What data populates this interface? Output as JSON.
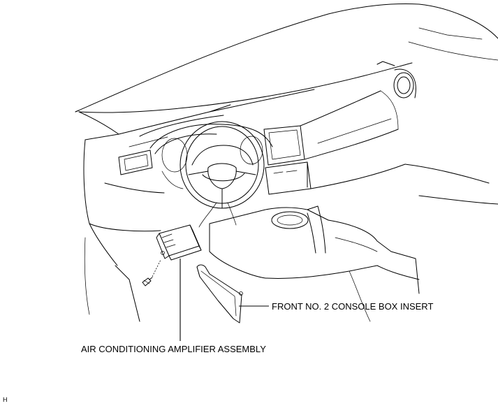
{
  "labels": {
    "console_insert": "FRONT NO. 2 CONSOLE BOX INSERT",
    "amplifier": "AIR CONDITIONING AMPLIFIER ASSEMBLY",
    "corner_code": "H"
  }
}
